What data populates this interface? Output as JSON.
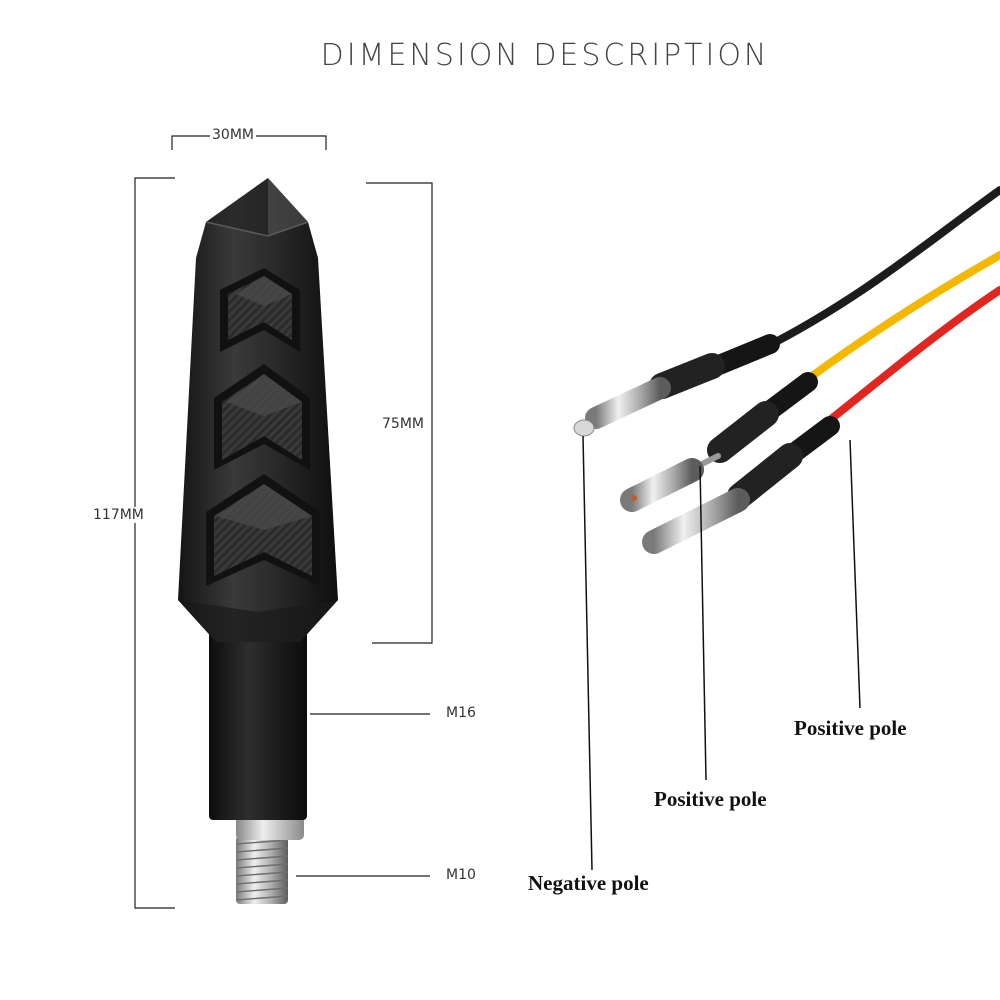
{
  "title": "DIMENSION DESCRIPTION",
  "dimensions": {
    "width": "30MM",
    "body_length": "75MM",
    "total_length": "117MM",
    "thread_upper": "M16",
    "thread_lower": "M10"
  },
  "wires": {
    "negative_label": "Negative pole",
    "positive_label_1": "Positive pole",
    "positive_label_2": "Positive pole",
    "colors": {
      "black": "#1c1c1c",
      "yellow": "#f5b800",
      "red": "#e0261e"
    }
  }
}
